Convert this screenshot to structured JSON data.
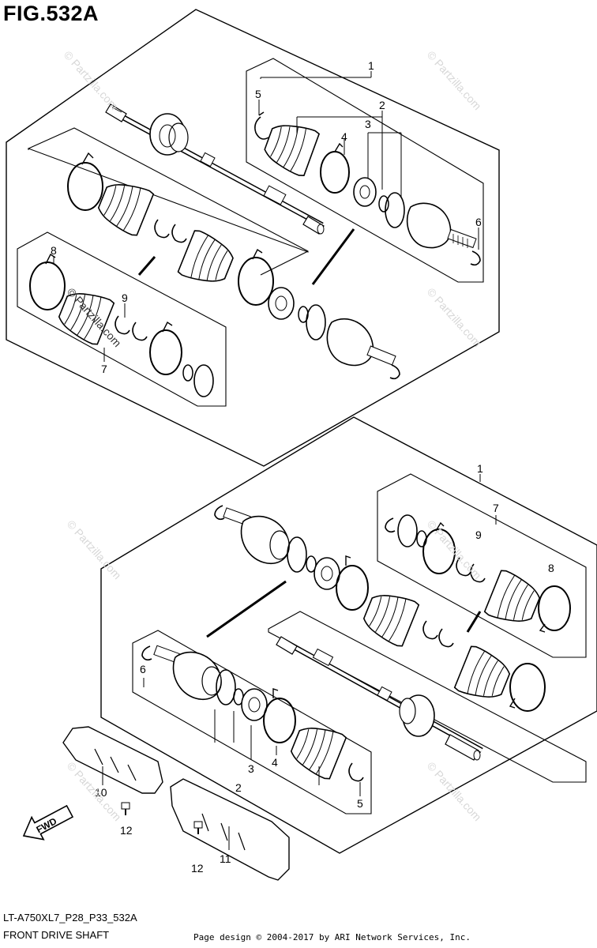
{
  "figure": {
    "title": "FIG.532A",
    "code": "LT-A750XL7_P28_P33_532A",
    "description": "FRONT DRIVE SHAFT",
    "copyright": "Page design © 2004-2017 by ARI Network Services, Inc."
  },
  "watermark": {
    "text": "© Partzilla.com"
  },
  "fwd_label": "FWD",
  "callouts": {
    "upper": [
      "1",
      "2",
      "3",
      "4",
      "5",
      "6",
      "7",
      "8",
      "9"
    ],
    "lower": [
      "1",
      "2",
      "3",
      "4",
      "5",
      "6",
      "7",
      "8",
      "9",
      "10",
      "11",
      "12",
      "12"
    ]
  }
}
